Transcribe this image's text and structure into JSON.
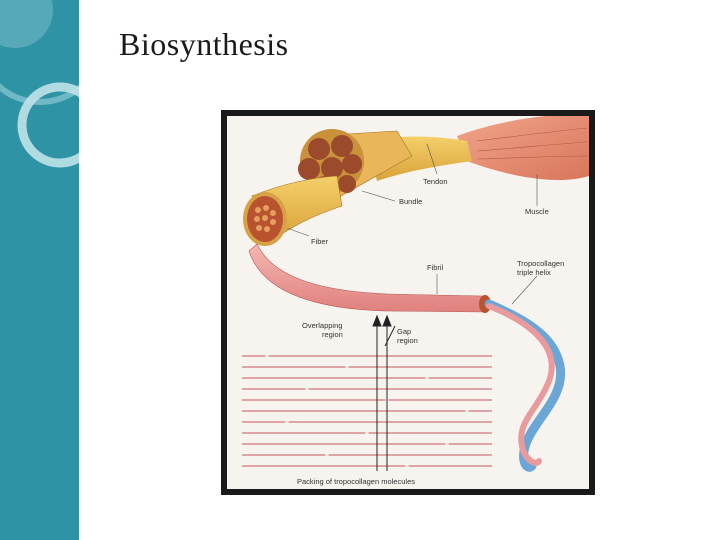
{
  "slide": {
    "title": "Biosynthesis",
    "accent_color": "#2f93a6"
  },
  "figure": {
    "labels": {
      "tendon": "Tendon",
      "muscle": "Muscle",
      "bundle": "Bundle",
      "fiber": "Fiber",
      "fibril": "Fibril",
      "tropocollagen_line1": "Tropocollagen",
      "tropocollagen_line2": "triple helix",
      "overlapping_line1": "Overlapping",
      "overlapping_line2": "region",
      "gap_line1": "Gap",
      "gap_line2": "region",
      "packing": "Packing of tropocollagen molecules"
    }
  }
}
